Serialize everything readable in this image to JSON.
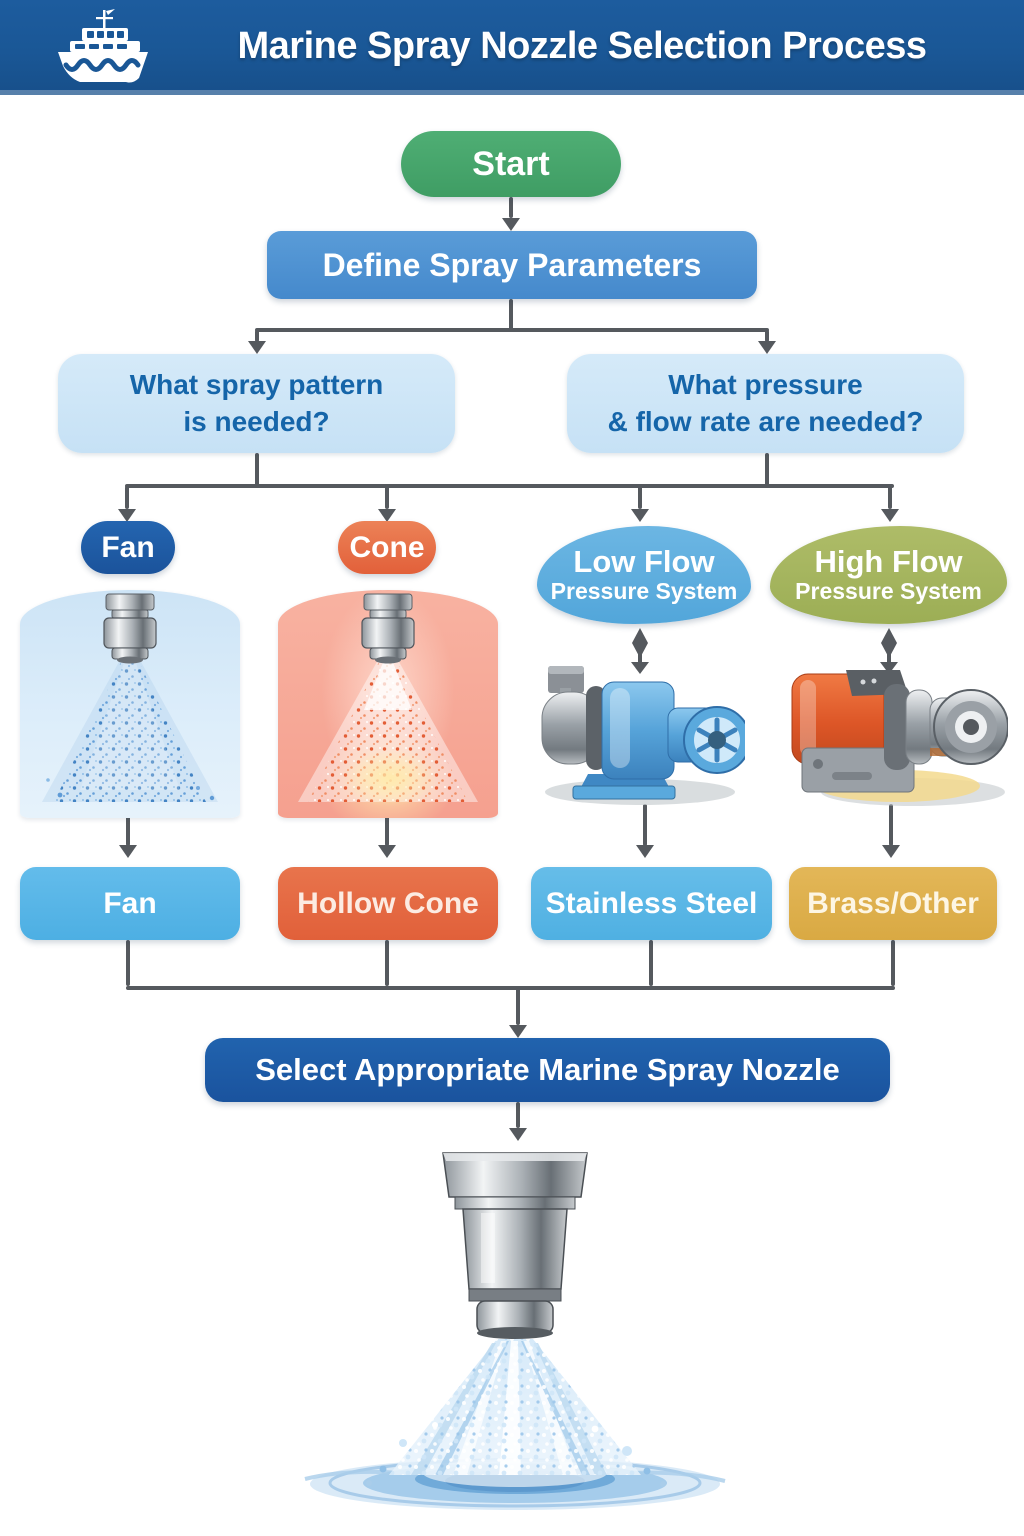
{
  "header": {
    "title": "Marine Spray Nozzle Selection Process",
    "logo": "boat-icon"
  },
  "nodes": {
    "start": {
      "label": "Start"
    },
    "define": {
      "label": "Define Spray Parameters"
    },
    "question_pattern": {
      "line1": "What spray pattern",
      "line2": "is needed?"
    },
    "question_pressure": {
      "line1": "What pressure",
      "line2": "& flow rate are needed?"
    },
    "option_fan": {
      "label": "Fan"
    },
    "option_cone": {
      "label": "Cone"
    },
    "option_low_flow": {
      "title": "Low Flow",
      "subtitle": "Pressure System"
    },
    "option_high_flow": {
      "title": "High Flow",
      "subtitle": "Pressure System"
    },
    "result_fan": {
      "label": "Fan"
    },
    "result_hollow_cone": {
      "label": "Hollow Cone"
    },
    "result_stainless": {
      "label": "Stainless Steel"
    },
    "result_brass": {
      "label": "Brass/Other"
    },
    "select": {
      "label": "Select Appropriate Marine Spray Nozzle"
    }
  },
  "illustrations": {
    "fan_panel": "fan-spray-nozzle-illustration",
    "cone_panel": "hollow-cone-spray-nozzle-illustration",
    "low_flow_pump": "low-flow-pressure-pump-illustration",
    "high_flow_pump": "high-flow-pressure-pump-illustration",
    "final_nozzle": "marine-spray-nozzle-spraying-water-illustration"
  },
  "colors": {
    "header_bg": "#1A5796",
    "start_green": "#43A36A",
    "define_blue": "#4C92D3",
    "question_bg": "#CBE4F6",
    "question_text": "#1565A9",
    "fan_option_blue": "#1E5CA6",
    "cone_option_orange": "#E8764E",
    "low_flow_blue": "#5FAEDF",
    "high_flow_olive": "#A6B660",
    "result_fan_blue": "#58B6E7",
    "result_cone_orange": "#E56A42",
    "result_steel_blue": "#5CB5E5",
    "result_brass_gold": "#DFB150",
    "select_bg": "#1C5AA6",
    "connector_gray": "#55595E",
    "fan_panel_bg": "#D9EBF9",
    "cone_panel_bg": "#F8B2A1"
  }
}
